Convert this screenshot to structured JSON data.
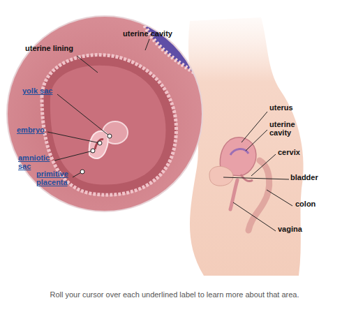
{
  "diagram": {
    "caption": "Roll your cursor over each underlined label to learn more about that area.",
    "labels": [
      "uterine lining",
      "uterine cavity",
      "yolk sac",
      "embryo",
      "amniotic sac",
      "primitive placenta",
      "uterus",
      "uterine cavity",
      "cervix",
      "bladder",
      "colon",
      "vagina"
    ]
  }
}
